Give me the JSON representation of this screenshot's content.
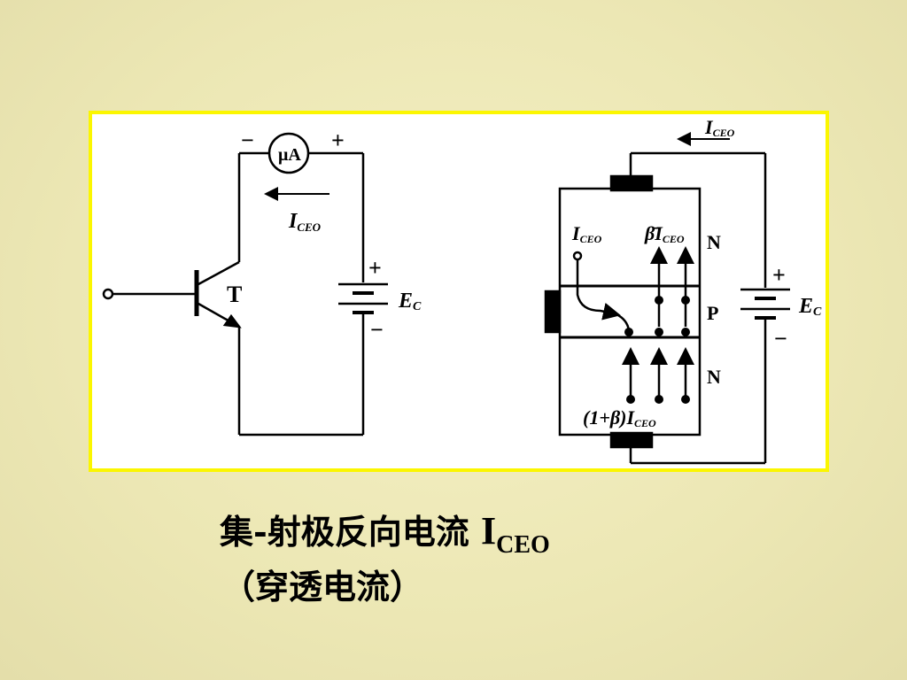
{
  "caption": {
    "line1_text": "集-射极反向电流",
    "line1_symbol": "I",
    "line1_subscript": "CEO",
    "line2": "（穿透电流）"
  },
  "left_circuit": {
    "meter_label": "μA",
    "meter_minus": "−",
    "meter_plus": "+",
    "current_label": "I",
    "current_sub": "CEO",
    "transistor_label": "T",
    "battery_plus": "+",
    "battery_minus": "−",
    "battery_label": "E",
    "battery_sub": "C"
  },
  "right_diagram": {
    "top_current_label": "I",
    "top_current_sub": "CEO",
    "injected_label": "I",
    "injected_sub": "CEO",
    "beta_label": "β̄I",
    "beta_sub": "CEO",
    "region_top": "N",
    "region_mid": "P",
    "region_bottom": "N",
    "bottom_label": "(1+β)I",
    "bottom_sub": "CEO",
    "battery_plus": "+",
    "battery_minus": "−",
    "battery_label": "E",
    "battery_sub": "C"
  },
  "colors": {
    "background": "#f0ecbc",
    "frame_border": "#fbf600",
    "ink": "#000000"
  }
}
